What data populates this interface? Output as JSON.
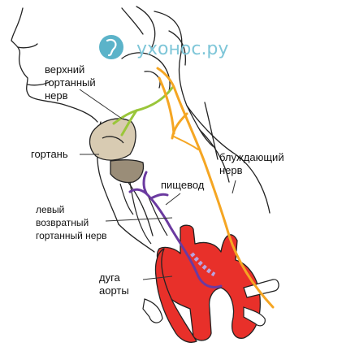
{
  "logo": {
    "text": "ухонос.ру",
    "icon": "ear-nose-logo-icon",
    "color": "#7ec6d8"
  },
  "labels": {
    "upper_laryngeal_nerve": [
      "верхний",
      "гортанный",
      "нерв"
    ],
    "larynx": "гортань",
    "vagus_nerve": [
      "блуждающий",
      "нерв"
    ],
    "esophagus": "пищевод",
    "left_recurrent_laryngeal_nerve": [
      "левый",
      "возвратный",
      "гортанный нерв"
    ],
    "aortic_arch": [
      "дуга",
      "аорты"
    ]
  },
  "colors": {
    "outline": "#222222",
    "vagus": "#f5a623",
    "upper_nerve": "#9ac63a",
    "recurrent_nerve": "#6b3aa0",
    "aorta": "#e8302a",
    "larynx": "#d8cbb2",
    "leader": "#333333"
  }
}
